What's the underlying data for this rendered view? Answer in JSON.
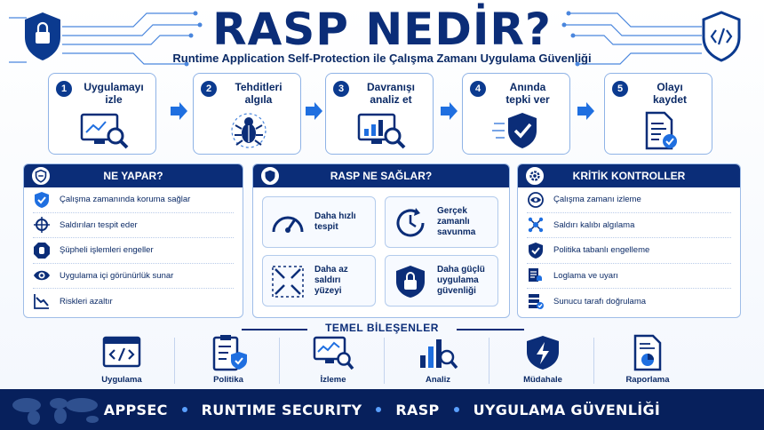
{
  "header": {
    "title": "RASP NEDİR?",
    "subtitle": "Runtime Application Self-Protection ile Çalışma Zamanı Uygulama Güvenliği"
  },
  "steps": [
    {
      "num": "1",
      "label": "Uygulamayı\nizle",
      "icon": "monitor-search-icon"
    },
    {
      "num": "2",
      "label": "Tehditleri\nalgıla",
      "icon": "bug-icon"
    },
    {
      "num": "3",
      "label": "Davranışı\nanaliz et",
      "icon": "chart-monitor-icon"
    },
    {
      "num": "4",
      "label": "Anında\ntepki ver",
      "icon": "shield-check-icon"
    },
    {
      "num": "5",
      "label": "Olayı\nkaydet",
      "icon": "document-check-icon"
    }
  ],
  "panels": {
    "what": {
      "title": "NE YAPAR?",
      "items": [
        "Çalışma zamanında koruma sağlar",
        "Saldırıları tespit eder",
        "Şüpheli işlemleri engeller",
        "Uygulama içi görünürlük sunar",
        "Riskleri azaltır"
      ]
    },
    "benefits": {
      "title": "RASP NE SAĞLAR?",
      "items": [
        "Daha hızlı\ntespit",
        "Gerçek\nzamanlı\nsavunma",
        "Daha az\nsaldırı\nyüzeyi",
        "Daha güçlü\nuygulama\ngüvenliği"
      ]
    },
    "controls": {
      "title": "KRİTİK KONTROLLER",
      "items": [
        "Çalışma zamanı izleme",
        "Saldırı kalıbı algılama",
        "Politika tabanlı engelleme",
        "Loglama ve uyarı",
        "Sunucu tarafı doğrulama"
      ]
    }
  },
  "components": {
    "title": "TEMEL BİLEŞENLER",
    "items": [
      "Uygulama",
      "Politika",
      "İzleme",
      "Analiz",
      "Müdahale",
      "Raporlama"
    ]
  },
  "footer": {
    "items": [
      "APPSEC",
      "RUNTIME SECURITY",
      "RASP",
      "UYGULAMA GÜVENLİĞİ"
    ]
  },
  "colors": {
    "primary": "#0b2d78",
    "accent": "#1f6fe0",
    "footer": "#07205c"
  }
}
